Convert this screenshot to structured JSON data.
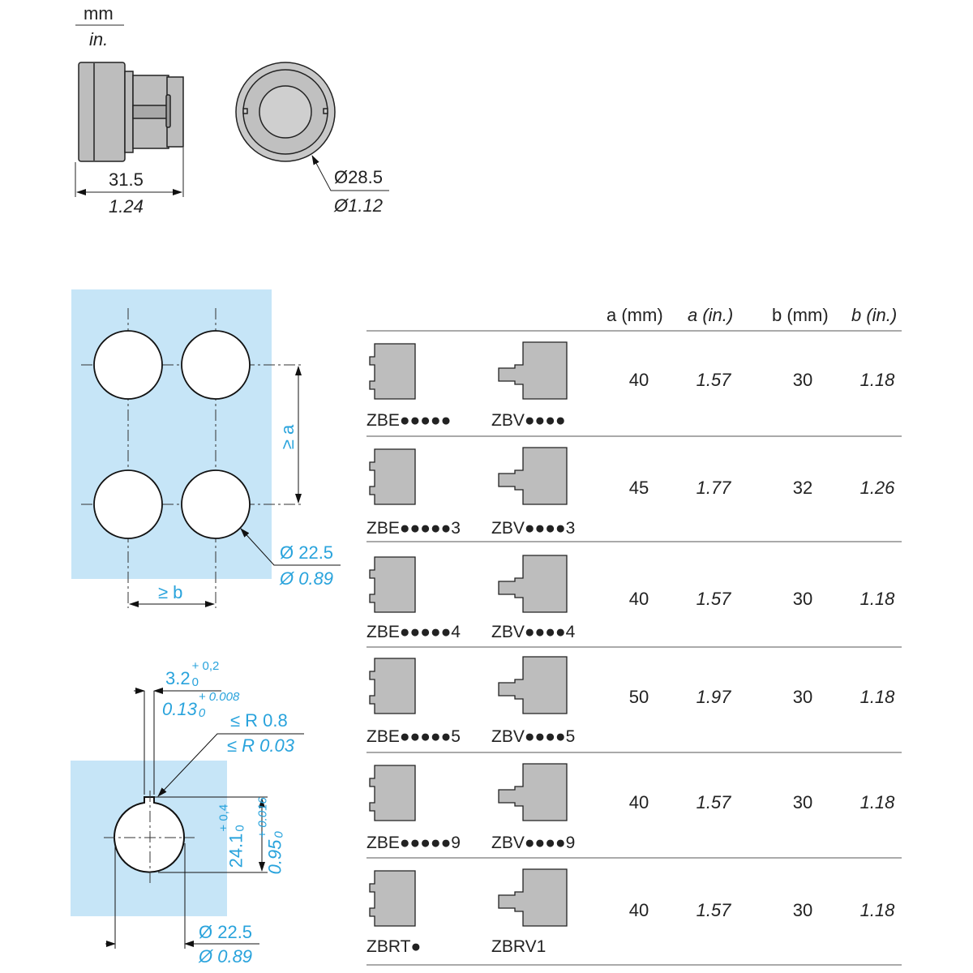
{
  "units": {
    "metric": "mm",
    "imperial": "in."
  },
  "product_view": {
    "length_mm": "31.5",
    "length_in": "1.24",
    "diameter_mm": "Ø28.5",
    "diameter_in": "Ø1.12"
  },
  "panel_layout": {
    "spacing_a": "≥ a",
    "spacing_b": "≥ b",
    "hole_mm": "Ø 22.5",
    "hole_in": "Ø 0.89"
  },
  "cutout": {
    "key_width_mm": "3.2",
    "key_width_mm_tol_upper": "+ 0,2",
    "key_width_mm_tol_lower": "0",
    "key_width_in": "0.13",
    "key_width_in_tol_upper": "+ 0.008",
    "key_width_in_tol_lower": "0",
    "radius_mm": "≤ R 0.8",
    "radius_in": "≤ R 0.03",
    "height_mm": "24.1",
    "height_mm_tol_upper": "+ 0,4",
    "height_mm_tol_lower": "0",
    "height_in": "0.95",
    "height_in_tol_upper": "+ 0.016",
    "height_in_tol_lower": "0",
    "hole_mm": "Ø 22.5",
    "hole_in": "Ø 0.89"
  },
  "table": {
    "headers": [
      "a (mm)",
      "a (in.)",
      "b (mm)",
      "b (in.)"
    ],
    "rows": [
      {
        "ref1": "ZBE●●●●●",
        "ref2": "ZBV●●●●",
        "a_mm": "40",
        "a_in": "1.57",
        "b_mm": "30",
        "b_in": "1.18"
      },
      {
        "ref1": "ZBE●●●●●3",
        "ref2": "ZBV●●●●3",
        "a_mm": "45",
        "a_in": "1.77",
        "b_mm": "32",
        "b_in": "1.26"
      },
      {
        "ref1": "ZBE●●●●●4",
        "ref2": "ZBV●●●●4",
        "a_mm": "40",
        "a_in": "1.57",
        "b_mm": "30",
        "b_in": "1.18"
      },
      {
        "ref1": "ZBE●●●●●5",
        "ref2": "ZBV●●●●5",
        "a_mm": "50",
        "a_in": "1.97",
        "b_mm": "30",
        "b_in": "1.18"
      },
      {
        "ref1": "ZBE●●●●●9",
        "ref2": "ZBV●●●●9",
        "a_mm": "40",
        "a_in": "1.57",
        "b_mm": "30",
        "b_in": "1.18"
      },
      {
        "ref1": "ZBRT●",
        "ref2": "ZBRV1",
        "a_mm": "40",
        "a_in": "1.57",
        "b_mm": "30",
        "b_in": "1.18"
      }
    ]
  },
  "colors": {
    "dimension": "#29a3dc",
    "panel": "#c6e5f7"
  }
}
